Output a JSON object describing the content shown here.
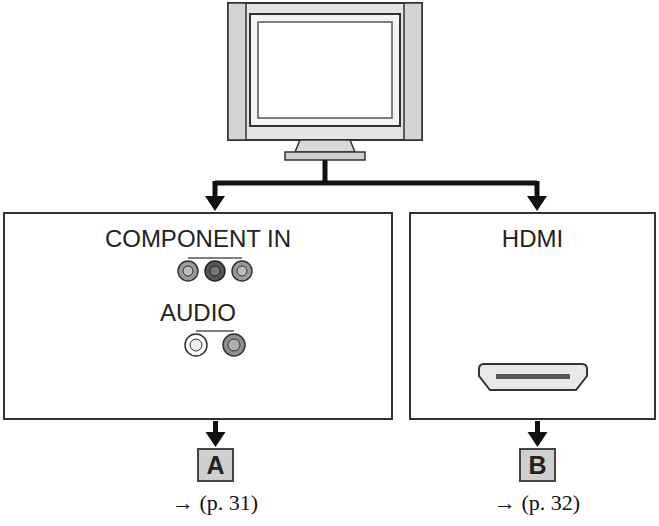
{
  "diagram": {
    "nodes": [
      {
        "text": [
          "COMPONENT IN",
          "AUDIO"
        ]
      },
      {
        "text": [
          "HDMI"
        ]
      },
      {
        "text": [
          "A"
        ]
      },
      {
        "text": [
          "B"
        ]
      }
    ],
    "edges": [
      {
        "from": 0,
        "to": 2,
        "arrow": "to"
      },
      {
        "from": 1,
        "to": 3,
        "arrow": "to"
      }
    ],
    "labels": [
      "→ (p. 31)",
      "→ (p. 32)"
    ]
  }
}
